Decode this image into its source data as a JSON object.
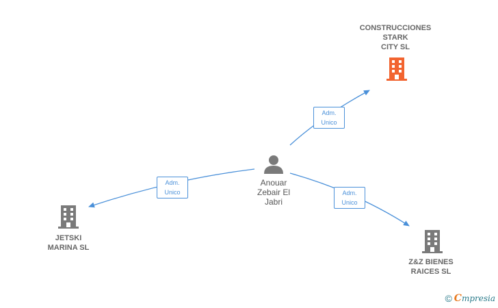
{
  "colors": {
    "edge": "#4a90d9",
    "building_main": "#f26430",
    "building_other": "#7a7a7a",
    "person": "#7a7a7a"
  },
  "person": {
    "name_lines": [
      "Anouar",
      "Zebair El",
      "Jabri"
    ],
    "icon": "person-icon"
  },
  "companies": [
    {
      "id": "construcciones",
      "name_lines": [
        "CONSTRUCCIONES",
        "STARK",
        "CITY  SL"
      ],
      "icon": "building-icon",
      "highlight": true
    },
    {
      "id": "jetski",
      "name_lines": [
        "JETSKI",
        "MARINA  SL"
      ],
      "icon": "building-icon",
      "highlight": false
    },
    {
      "id": "zz",
      "name_lines": [
        "Z&Z BIENES",
        "RAICES  SL"
      ],
      "icon": "building-icon",
      "highlight": false
    }
  ],
  "edges": [
    {
      "to": "construcciones",
      "label_lines": [
        "Adm.",
        "Unico"
      ]
    },
    {
      "to": "jetski",
      "label_lines": [
        "Adm.",
        "Unico"
      ]
    },
    {
      "to": "zz",
      "label_lines": [
        "Adm.",
        "Unico"
      ]
    }
  ],
  "footer": {
    "copyright": "©",
    "brand_first": "C",
    "brand_rest": "mpresia"
  }
}
